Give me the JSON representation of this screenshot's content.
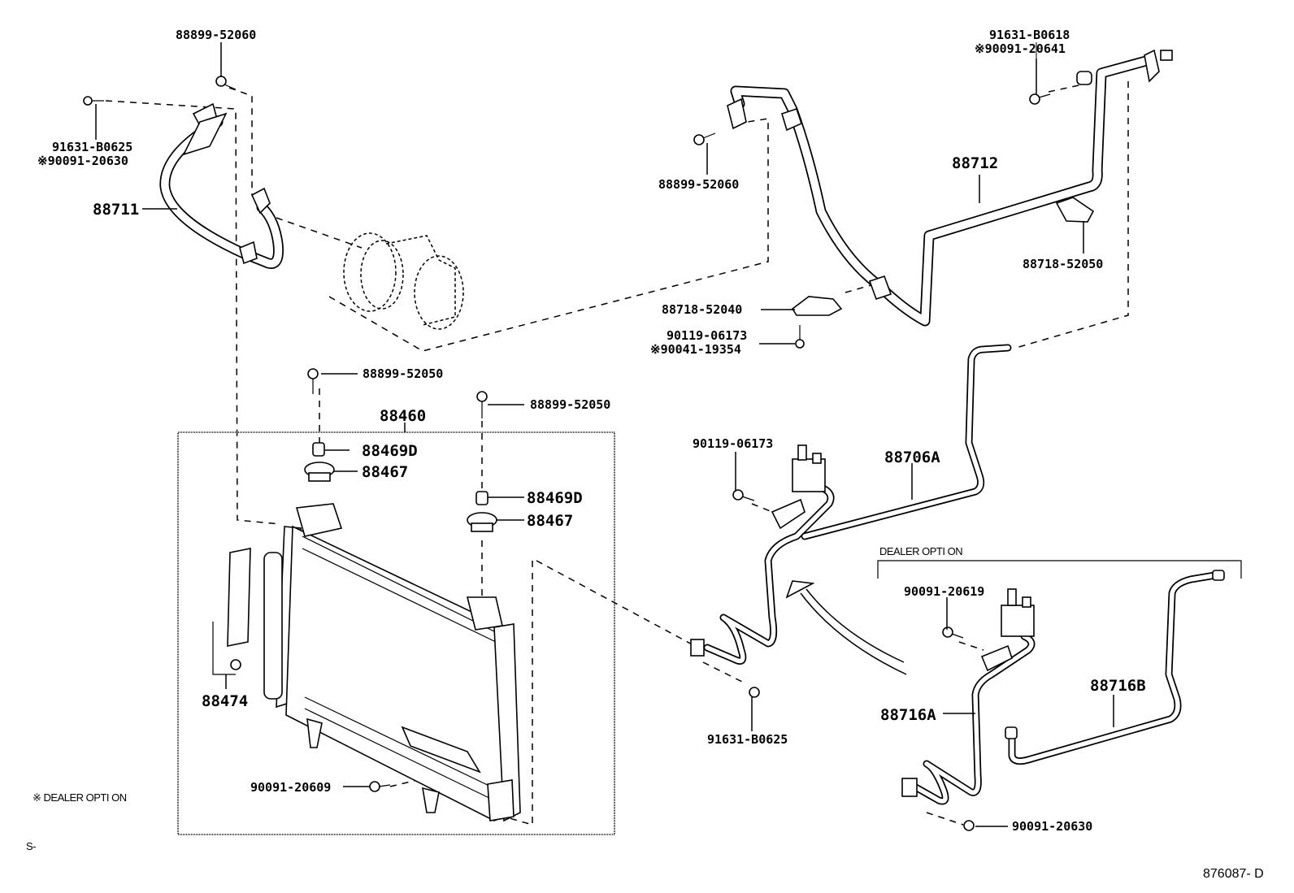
{
  "diagram": {
    "type": "parts-diagram",
    "subject": "Air conditioner condenser, discharge hose and liquid tubes",
    "reference_code": "876087- D",
    "corner_mark": "S-",
    "legend_note": "※ DEALER OPTI ON",
    "group_labels": {
      "dealer_option": "DEALER OPTI ON"
    }
  },
  "callouts": {
    "bolt_88899_52060_left": "88899-52060",
    "bolt_91631_B0625_left": "91631-B0625",
    "bolt_90091_20630_left": "※90091-20630",
    "hose_88711": "88711",
    "bolt_88899_52060_right": "88899-52060",
    "bolt_91631_B0618": "91631-B0618",
    "bolt_90091_20641": "※90091-20641",
    "tube_88712": "88712",
    "clamp_88718_52050": "88718-52050",
    "clamp_88718_52040": "88718-52040",
    "bolt_90119_06173_top": "90119-06173",
    "bolt_90041_19354": "※90041-19354",
    "screw_88899_52050_a": "88899-52050",
    "screw_88899_52050_b": "88899-52050",
    "condenser_88460": "88460",
    "collar_88469D_a": "88469D",
    "cushion_88467_a": "88467",
    "collar_88469D_b": "88469D",
    "cushion_88467_b": "88467",
    "bracket_88474": "88474",
    "bolt_90091_20609": "90091-20609",
    "bolt_90119_06173_mid": "90119-06173",
    "tube_88706A": "88706A",
    "bolt_91631_B0625_bottom": "91631-B0625",
    "bolt_90091_20619": "90091-20619",
    "tube_88716A": "88716A",
    "tube_88716B": "88716B",
    "bolt_90091_20630_bottom": "90091-20630"
  }
}
